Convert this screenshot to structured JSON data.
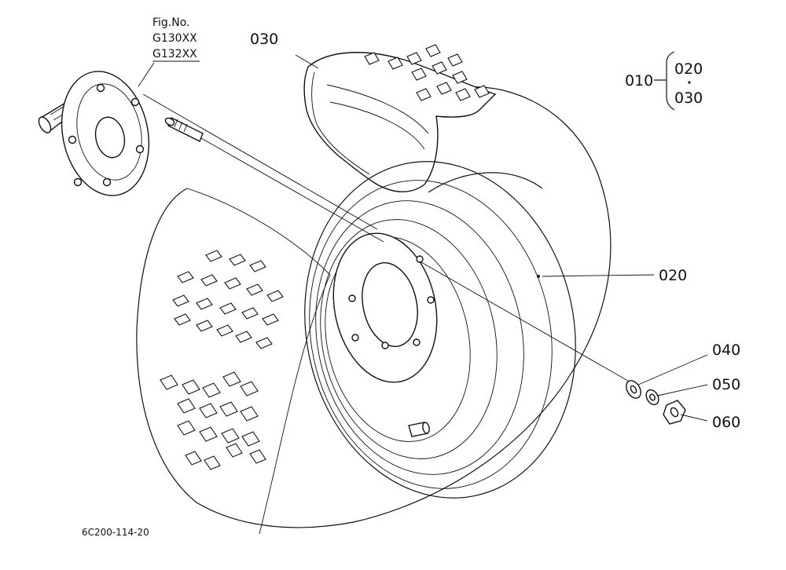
{
  "fig_ref": {
    "title": "Fig.No.",
    "numbers": [
      "G130XX",
      "G132XX"
    ]
  },
  "assembly": {
    "part": "010",
    "components": [
      "020",
      "030"
    ]
  },
  "callouts": {
    "tire": "030",
    "rim": "020",
    "washer": "040",
    "lock_washer": "050",
    "nut": "060"
  },
  "drawing_code": "6C200-114-20"
}
